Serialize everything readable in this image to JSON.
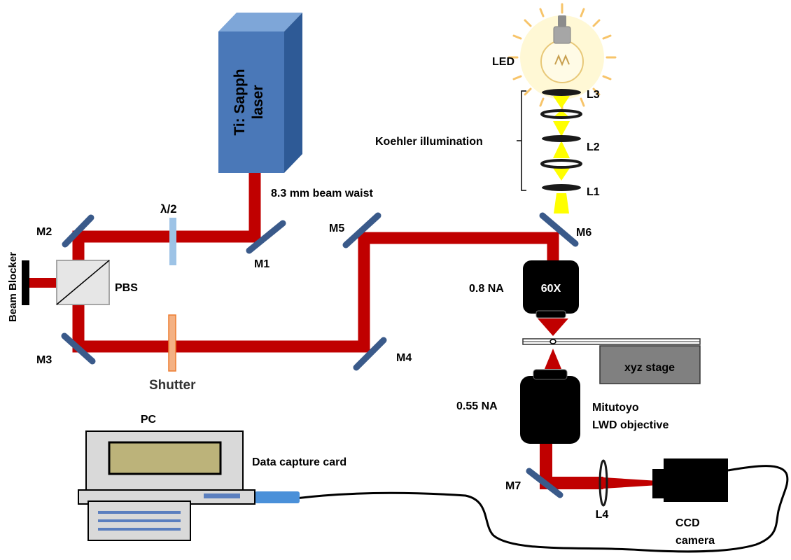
{
  "colors": {
    "beam": "#c00000",
    "mirror": "#3a5a8a",
    "laser_front": "#4a78b8",
    "laser_top": "#7ea6d8",
    "laser_side": "#2e5a96",
    "pbs_fill": "#e6e6e6",
    "halfwave": "#9dc3e6",
    "shutter": "#f4b183",
    "shutter_border": "#ed7d31",
    "led_light": "#ffff00",
    "objective": "#000000",
    "stage": "#808080",
    "cable_connector": "#4a90d9",
    "monitor_screen": "#bcb37a",
    "pc_body": "#d9d9d9",
    "keyboard_keys": "#5b7fbf"
  },
  "icons": {
    "led": "light-bulb-icon",
    "pc": "computer-icon",
    "camera": "ccd-camera-icon"
  },
  "labels": {
    "laser": [
      "Ti: Sapph",
      "laser"
    ],
    "beam_waist": "8.3 mm beam waist",
    "half_wave": "λ/2",
    "m1": "M1",
    "m2": "M2",
    "m3": "M3",
    "m4": "M4",
    "m5": "M5",
    "m6": "M6",
    "m7": "M7",
    "pbs": "PBS",
    "beam_blocker": "Beam Blocker",
    "shutter": "Shutter",
    "led": "LED",
    "l1": "L1",
    "l2": "L2",
    "l3": "L3",
    "l4": "L4",
    "koehler": "Koehler illumination",
    "na_08": "0.8 NA",
    "mag_60x": "60X",
    "stage": "xyz stage",
    "na_055": "0.55 NA",
    "mitutoyo": [
      "Mitutoyo",
      "LWD objective"
    ],
    "ccd": [
      "CCD",
      "camera"
    ],
    "pc": "PC",
    "data_card": "Data capture card"
  }
}
